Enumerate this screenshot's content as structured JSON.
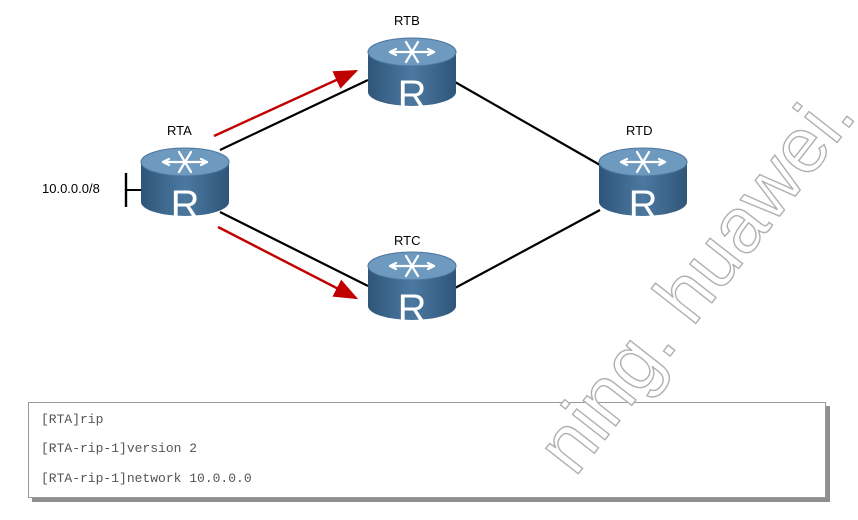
{
  "routers": [
    {
      "id": "RTA",
      "name": "RTA",
      "glyph": "R"
    },
    {
      "id": "RTB",
      "name": "RTB",
      "glyph": "R"
    },
    {
      "id": "RTC",
      "name": "RTC",
      "glyph": "R"
    },
    {
      "id": "RTD",
      "name": "RTD",
      "glyph": "R"
    }
  ],
  "network_label": "10.0.0.0/8",
  "cli": {
    "lines": [
      "[RTA]rip",
      "[RTA-rip-1]version 2",
      "[RTA-rip-1]network 10.0.0.0"
    ]
  },
  "watermark": "ning. huawei.",
  "colors": {
    "router_body": "#3f6a92",
    "router_top": "#6f9ac0",
    "arrow": "#c00000",
    "link": "#000000"
  }
}
